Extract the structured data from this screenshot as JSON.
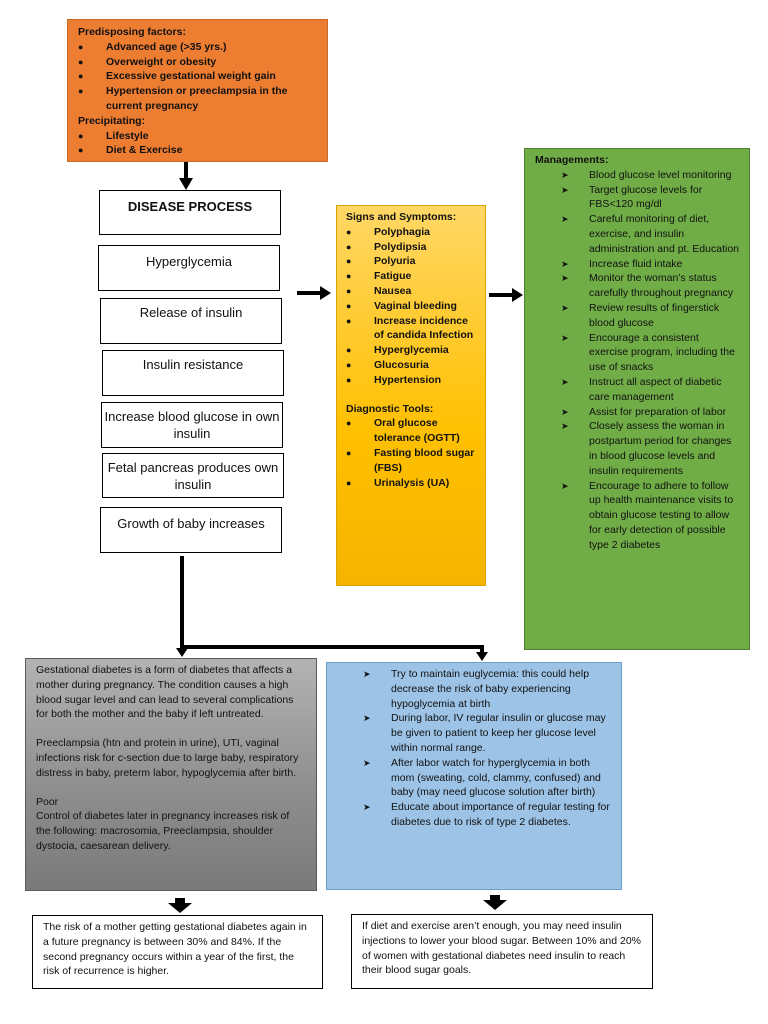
{
  "predisposing": {
    "title": "Predisposing factors:",
    "items": [
      "Advanced age (>35 yrs.)",
      "Overweight or obesity",
      "Excessive gestational weight gain",
      "Hypertension or preeclampsia in the current pregnancy"
    ],
    "precipitating_title": "Precipitating:",
    "precipitating_items": [
      "Lifestyle",
      "Diet & Exercise"
    ]
  },
  "process": {
    "title": "DISEASE PROCESS",
    "steps": [
      "Hyperglycemia",
      "Release of insulin",
      "Insulin resistance",
      "Increase blood glucose in own insulin",
      "Fetal pancreas produces own insulin",
      "Growth of baby increases"
    ]
  },
  "signs": {
    "title": "Signs and Symptoms:",
    "items": [
      "Polyphagia",
      "Polydipsia",
      "Polyuria",
      "Fatigue",
      "Nausea",
      "Vaginal bleeding",
      "Increase incidence of candida Infection",
      "Hyperglycemia",
      "Glucosuria",
      "Hypertension"
    ],
    "diag_title": "Diagnostic Tools:",
    "diag_items": [
      "Oral glucose tolerance (OGTT)",
      "Fasting blood sugar (FBS)",
      "Urinalysis (UA)"
    ]
  },
  "managements": {
    "title": "Managements:",
    "items": [
      "Blood glucose level monitoring",
      "Target glucose levels for FBS<120 mg/dl",
      "Careful monitoring of diet, exercise, and insulin administration and pt. Education",
      "Increase fluid intake",
      "Monitor the woman’s status carefully throughout pregnancy",
      "Review results of fingerstick blood glucose",
      "Encourage a consistent exercise program, including the use of snacks",
      "Instruct all aspect of diabetic care management",
      "Assist for preparation of labor",
      "Closely assess the  woman in postpartum period for changes in blood glucose levels and insulin requirements",
      "Encourage to adhere to follow up health maintenance visits to obtain glucose testing to allow for early detection of possible type 2 diabetes"
    ]
  },
  "gray": {
    "p1": "Gestational diabetes is a form of diabetes that affects  a mother during pregnancy. The condition causes a high blood sugar level and can lead to several complications for both the mother and the baby if left untreated.",
    "p2": "Preeclampsia (htn and protein in urine), UTI, vaginal infections risk for c-section due to large baby, respiratory distress in baby, preterm labor, hypoglycemia after birth.",
    "p3a": "Poor",
    "p3b": "Control of diabetes later in pregnancy increases risk of the following: macrosomia, Preeclampsia, shoulder dystocia, caesarean delivery."
  },
  "blue": {
    "items": [
      "Try to maintain euglycemia: this could help decrease the risk of baby experiencing hypoglycemia at birth",
      "During labor, IV regular insulin or glucose may be given to patient to keep her glucose level within normal range.",
      "After labor watch for hyperglycemia in both mom (sweating, cold, clammy, confused) and baby (may need glucose solution after birth)",
      "Educate about importance of regular testing for diabetes due to risk of type 2 diabetes."
    ]
  },
  "notes": {
    "left": "The risk of a mother getting gestational diabetes again in a future pregnancy is between 30% and 84%. If the second pregnancy occurs within a year of the first, the risk of recurrence is higher.",
    "right": "If diet and exercise aren’t enough, you may need insulin injections to lower your blood sugar. Between 10% and 20% of women with gestational diabetes need insulin to reach their blood sugar goals."
  },
  "colors": {
    "orange": "#ED7D31",
    "green": "#70AD47",
    "yellow": "#FFC000",
    "gray": "#8F8F8F",
    "blue": "#9DC3E6"
  }
}
